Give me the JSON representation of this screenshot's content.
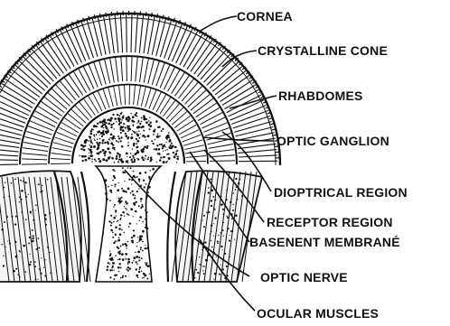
{
  "diagram": {
    "labels": {
      "cornea": "CORNEA",
      "crystalline_cone": "CRYSTALLINE CONE",
      "rhabdomes": "RHABDOMES",
      "optic_ganglion": "OPTIC GANGLION",
      "dioptrical_region": "DIOPTRICAL REGION",
      "receptor_region": "RECEPTOR REGION",
      "basement_membrane": "BASENENT MEMBRANÉ",
      "optic_nerve": "OPTIC NERVE",
      "ocular_muscles": "OCULAR MUSCLES"
    }
  }
}
